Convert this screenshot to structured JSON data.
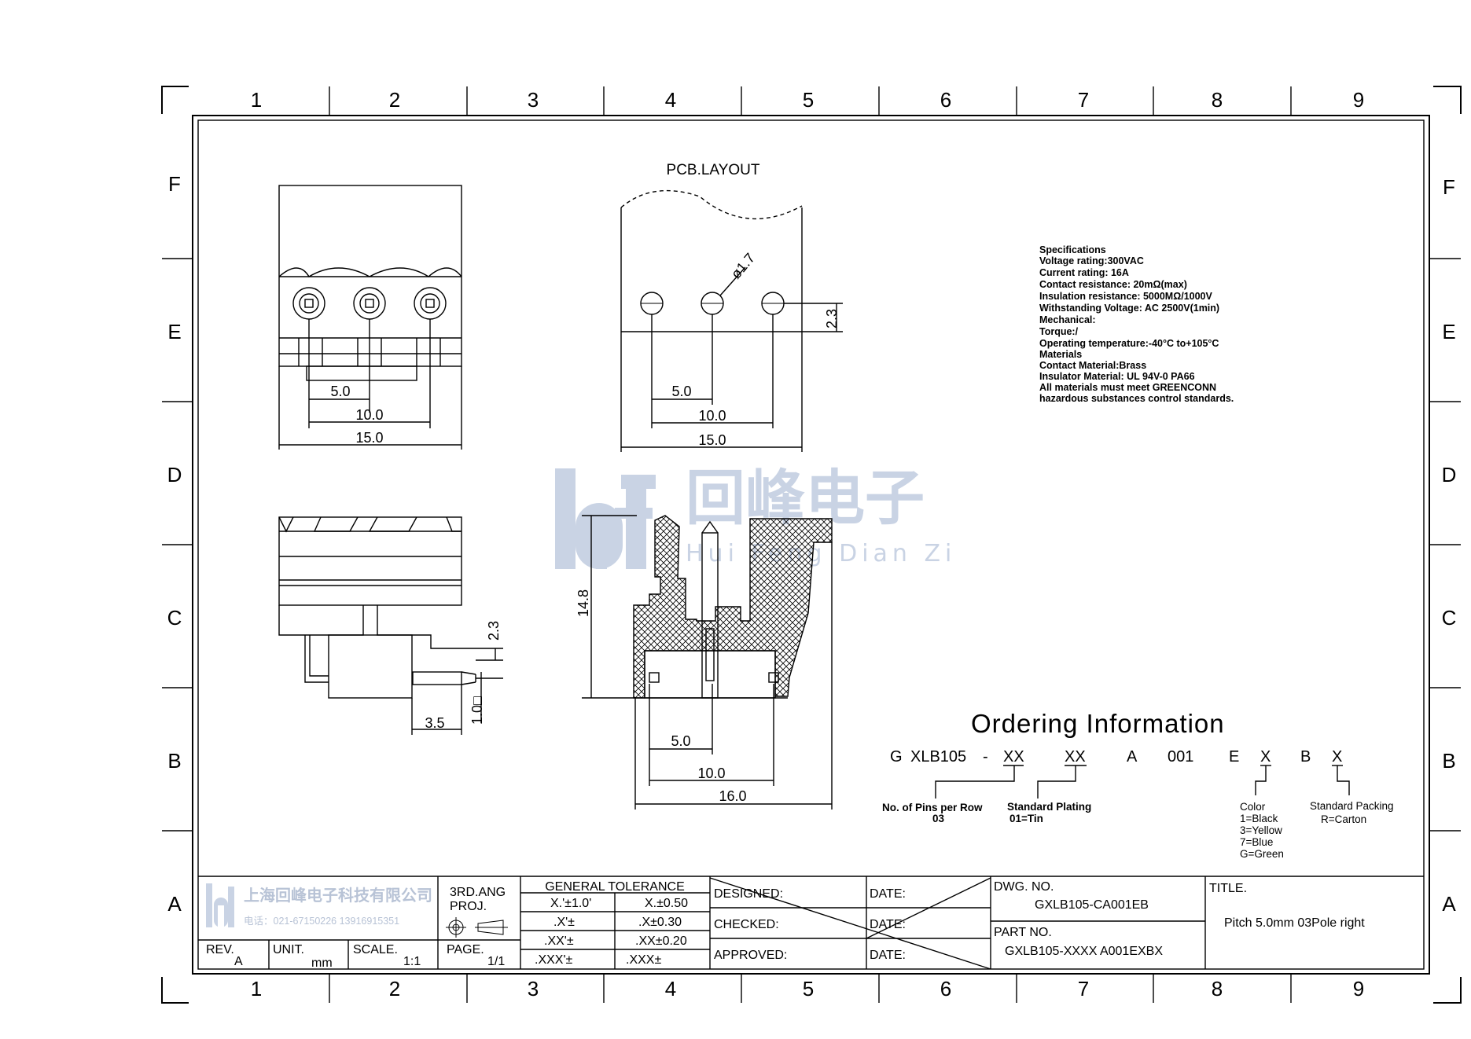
{
  "grid": {
    "columns": [
      "1",
      "2",
      "3",
      "4",
      "5",
      "6",
      "7",
      "8",
      "9"
    ],
    "rows": [
      "F",
      "E",
      "D",
      "C",
      "B",
      "A"
    ]
  },
  "views": {
    "pcb_layout_title": "PCB.LAYOUT",
    "front": {
      "dim_pitch": "5.0",
      "dim_two": "10.0",
      "dim_total": "15.0"
    },
    "pcb": {
      "hole": "ø1.7",
      "offset": "2.3",
      "dim_pitch": "5.0",
      "dim_two": "10.0",
      "dim_total": "15.0"
    },
    "side": {
      "dim_offset": "2.3",
      "dim_pin": "1.0□",
      "dim_x": "3.5"
    },
    "section": {
      "height": "14.8",
      "dim_pitch": "5.0",
      "dim_two": "10.0",
      "dim_total": "16.0"
    }
  },
  "specifications": [
    "Specifications",
    "Voltage rating:300VAC",
    "Current rating: 16A",
    "Contact resistance: 20mΩ(max)",
    "Insulation resistance: 5000MΩ/1000V",
    "Withstanding Voltage: AC 2500V(1min)",
    "Mechanical:",
    "Torque:/",
    "Operating temperature:-40°C to+105°C",
    "Materials",
    "Contact Material:Brass",
    "Insulator Material: UL 94V-0 PA66",
    "All materials must meet GREENCONN",
    "hazardous substances control standards."
  ],
  "watermark": {
    "chinese": "回峰电子",
    "pinyin": "Hui Feng Dian Zi"
  },
  "ordering": {
    "title": "Ordering Information",
    "code": [
      "G",
      "XLB105",
      "-",
      "XX",
      "XX",
      "A",
      "001",
      "E",
      "X",
      "B",
      "X"
    ],
    "pins_label": "No. of Pins per Row",
    "pins_value": "03",
    "plating_label": "Standard Plating",
    "plating_value": "01=Tin",
    "color_lines": [
      "Color",
      "1=Black",
      "3=Yellow",
      "7=Blue",
      "G=Green"
    ],
    "packing_label": "Standard Packing",
    "packing_value": "R=Carton"
  },
  "title_block": {
    "company": "上海回峰电子科技有限公司",
    "phone": "电话：021-67150226  13916915351",
    "proj_line1": "3RD.ANG",
    "proj_line2": "PROJ.",
    "rev_label": "REV.",
    "rev_value": "A",
    "unit_label": "UNIT.",
    "unit_value": "mm",
    "scale_label": "SCALE.",
    "scale_value": "1:1",
    "page_label": "PAGE.",
    "page_value": "1/1",
    "tolerance_header": "GENERAL  TOLERANCE",
    "tolerance": [
      [
        "X.'±1.0'",
        "X.±0.50"
      ],
      [
        ".X'±",
        ".X±0.30"
      ],
      [
        ".XX'±",
        ".XX±0.20"
      ],
      [
        ".XXX'±",
        ".XXX±"
      ]
    ],
    "designed": "DESIGNED:",
    "checked": "CHECKED:",
    "approved": "APPROVED:",
    "date": "DATE:",
    "dwg_label": "DWG.  NO.",
    "dwg_value": "GXLB105-CA001EB",
    "part_label": "PART  NO.",
    "part_value": "GXLB105-XXXX A001EXBX",
    "title_label": "TITLE.",
    "title_value": "Pitch 5.0mm 03Pole right"
  }
}
